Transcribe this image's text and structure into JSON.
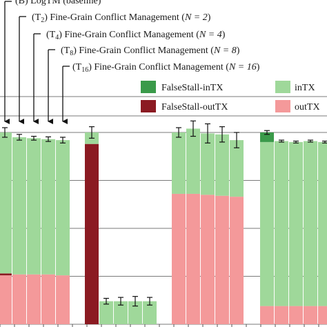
{
  "chart_data": {
    "type": "bar",
    "stacked": true,
    "grid": "horizontal",
    "legend_placement": "top-right",
    "annotations": [
      {
        "id": "B",
        "prefix": "(B) ",
        "sub": "",
        "text": "LogTM (baseline)"
      },
      {
        "id": "T2",
        "prefix": "(T",
        "sub": "2",
        "text": ") Fine-Grain Conflict Management (",
        "n": "N = 2"
      },
      {
        "id": "T4",
        "prefix": "(T",
        "sub": "4",
        "text": ") Fine-Grain Conflict Management (",
        "n": "N = 4"
      },
      {
        "id": "T8",
        "prefix": "(T",
        "sub": "8",
        "text": ") Fine-Grain Conflict Management (",
        "n": "N = 8"
      },
      {
        "id": "T16",
        "prefix": "(T",
        "sub": "16",
        "text": ") Fine-Grain Conflict Management (",
        "n": "N = 16"
      }
    ],
    "legend": [
      {
        "key": "falsestall_intx",
        "label": "FalseStall-inTX",
        "color": "#3a9a4a"
      },
      {
        "key": "intx",
        "label": "inTX",
        "color": "#9fd89a"
      },
      {
        "key": "falsestall_outtx",
        "label": "FalseStall-outTX",
        "color": "#8b1a22"
      },
      {
        "key": "outtx",
        "label": "outTX",
        "color": "#f4999a"
      }
    ],
    "groups": [
      {
        "bars": [
          {
            "outtx": 0.255,
            "falsestall_outtx": 0.01,
            "intx": 0.735,
            "falsestall_intx": 0.0,
            "err": 0.025
          },
          {
            "outtx": 0.26,
            "falsestall_outtx": 0.0,
            "intx": 0.715,
            "falsestall_intx": 0.0,
            "err": 0.015
          },
          {
            "outtx": 0.26,
            "falsestall_outtx": 0.0,
            "intx": 0.71,
            "falsestall_intx": 0.0,
            "err": 0.01
          },
          {
            "outtx": 0.26,
            "falsestall_outtx": 0.0,
            "intx": 0.705,
            "falsestall_intx": 0.0,
            "err": 0.012
          },
          {
            "outtx": 0.255,
            "falsestall_outtx": 0.0,
            "intx": 0.705,
            "falsestall_intx": 0.0,
            "err": 0.015
          }
        ]
      },
      {
        "bars": [
          {
            "outtx": 0.0,
            "falsestall_outtx": 0.94,
            "intx": 0.06,
            "falsestall_intx": 0.0,
            "err": 0.03
          },
          {
            "outtx": 0.0,
            "falsestall_outtx": 0.0,
            "intx": 0.12,
            "falsestall_intx": 0.0,
            "err": 0.015
          },
          {
            "outtx": 0.0,
            "falsestall_outtx": 0.0,
            "intx": 0.12,
            "falsestall_intx": 0.0,
            "err": 0.02
          },
          {
            "outtx": 0.0,
            "falsestall_outtx": 0.0,
            "intx": 0.12,
            "falsestall_intx": 0.0,
            "err": 0.025
          },
          {
            "outtx": 0.0,
            "falsestall_outtx": 0.0,
            "intx": 0.12,
            "falsestall_intx": 0.0,
            "err": 0.02
          }
        ]
      },
      {
        "bars": [
          {
            "outtx": 0.68,
            "falsestall_outtx": 0.0,
            "intx": 0.32,
            "falsestall_intx": 0.0,
            "err": 0.025
          },
          {
            "outtx": 0.68,
            "falsestall_outtx": 0.0,
            "intx": 0.34,
            "falsestall_intx": 0.0,
            "err": 0.04
          },
          {
            "outtx": 0.675,
            "falsestall_outtx": 0.0,
            "intx": 0.32,
            "falsestall_intx": 0.0,
            "err": 0.05
          },
          {
            "outtx": 0.67,
            "falsestall_outtx": 0.0,
            "intx": 0.32,
            "falsestall_intx": 0.0,
            "err": 0.04
          },
          {
            "outtx": 0.665,
            "falsestall_outtx": 0.0,
            "intx": 0.295,
            "falsestall_intx": 0.0,
            "err": 0.04
          }
        ]
      },
      {
        "bars": [
          {
            "outtx": 0.095,
            "falsestall_outtx": 0.0,
            "intx": 0.855,
            "falsestall_intx": 0.05,
            "err": 0.01
          },
          {
            "outtx": 0.095,
            "falsestall_outtx": 0.0,
            "intx": 0.86,
            "falsestall_intx": 0.0,
            "err": 0.005
          },
          {
            "outtx": 0.095,
            "falsestall_outtx": 0.0,
            "intx": 0.855,
            "falsestall_intx": 0.0,
            "err": 0.005
          },
          {
            "outtx": 0.095,
            "falsestall_outtx": 0.0,
            "intx": 0.86,
            "falsestall_intx": 0.0,
            "err": 0.005
          },
          {
            "outtx": 0.095,
            "falsestall_outtx": 0.0,
            "intx": 0.855,
            "falsestall_intx": 0.0,
            "err": 0.005
          }
        ]
      }
    ]
  }
}
